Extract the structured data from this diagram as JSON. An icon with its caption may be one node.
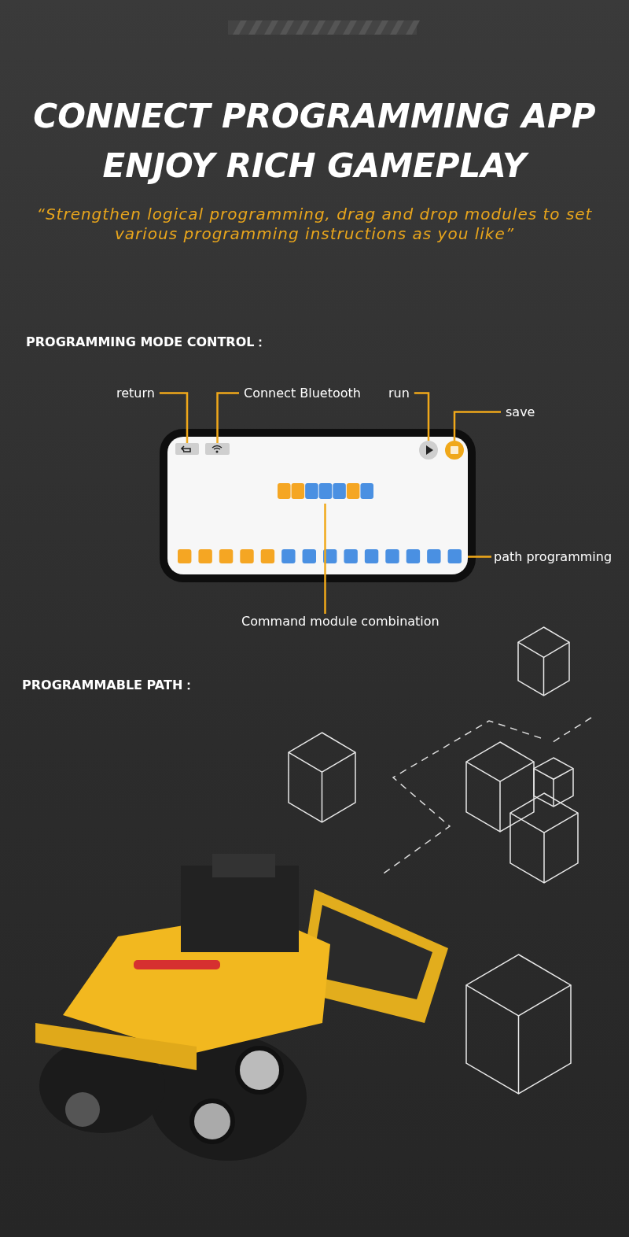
{
  "diagram": {
    "title": "CONNECT PROGRAMMING APP ENJOY RICH GAMEPLAY",
    "nodes": [
      {
        "text": [],
        "shape": "picture"
      },
      {
        "text": [
          "return"
        ]
      },
      {
        "text": [],
        "shape": "box",
        "in": 0
      },
      {
        "text": [
          "Connect Bluetooth"
        ]
      },
      {
        "text": [],
        "shape": "box",
        "in": 0
      },
      {
        "text": [
          "run"
        ]
      },
      {
        "text": [],
        "shape": "circle",
        "in": 0
      },
      {
        "text": [
          "save"
        ]
      },
      {
        "text": [],
        "shape": "circle",
        "in": 0
      },
      {
        "text": [],
        "shape": "bar",
        "in": 0
      },
      {
        "text": [
          "Command module combination"
        ]
      },
      {
        "text": [],
        "shape": "bar",
        "in": 0
      },
      {
        "text": [
          "path programming"
        ]
      }
    ],
    "edges": [
      {
        "from": 1,
        "to": 2,
        "arrow": "none"
      },
      {
        "from": 3,
        "to": 4,
        "arrow": "none"
      },
      {
        "from": 5,
        "to": 6,
        "arrow": "none"
      },
      {
        "from": 7,
        "to": 8,
        "arrow": "none"
      },
      {
        "from": 10,
        "to": 9,
        "arrow": "none"
      },
      {
        "from": 12,
        "to": 11,
        "arrow": "none"
      }
    ],
    "labels": [
      "“Strengthen logical programming, drag and drop modules to set various programming instructions as you like”",
      "PROGRAMMING MODE CONTROL：",
      "PROGRAMMABLE PATH："
    ]
  }
}
